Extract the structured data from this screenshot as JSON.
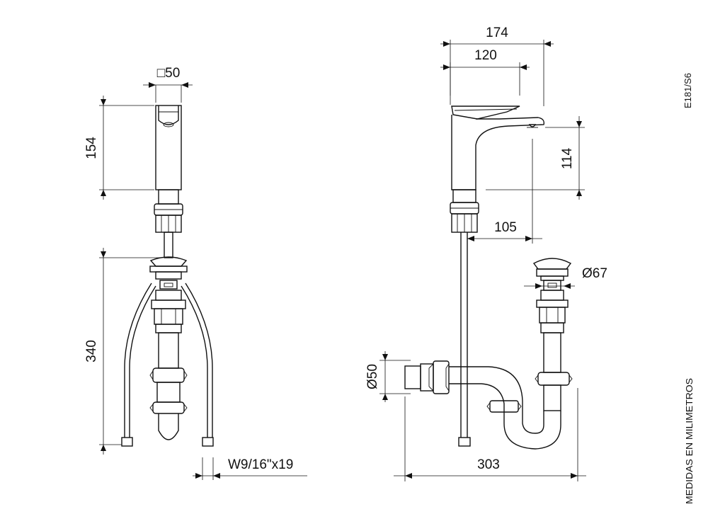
{
  "dimensions": {
    "square_50": "□50",
    "height_154": "154",
    "height_340": "340",
    "connector": "W9/16\"x19",
    "width_174": "174",
    "width_120": "120",
    "height_114": "114",
    "reach_105": "105",
    "diameter_67": "Ø67",
    "diameter_50": "Ø50",
    "width_303": "303"
  },
  "side_text": {
    "model_code": "E181/S6",
    "units_note": "MEDIDAS EN MILIMETROS"
  }
}
